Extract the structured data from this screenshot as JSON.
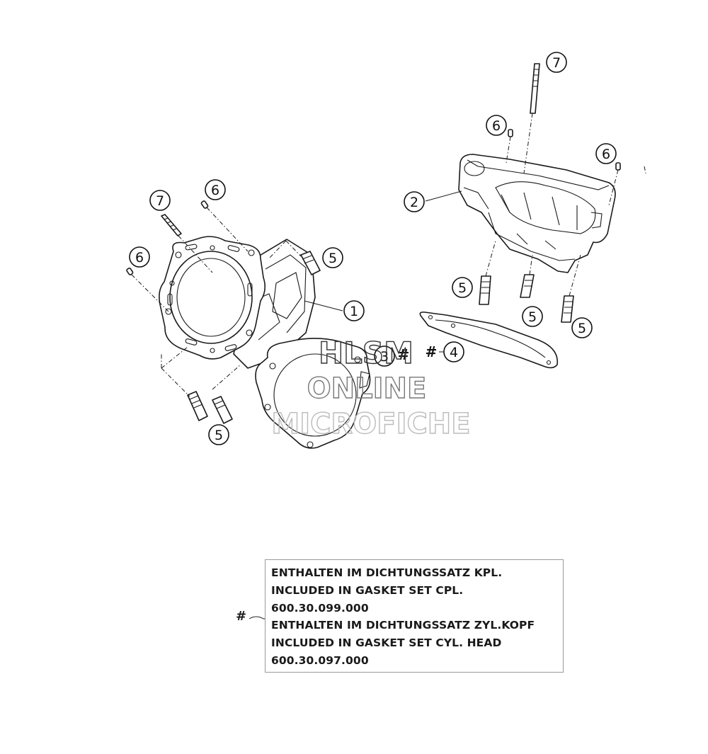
{
  "callouts": {
    "c7a": "7",
    "c6a": "6",
    "c6b": "6",
    "c5a": "5",
    "c1": "1",
    "c5b": "5",
    "c7b": "7",
    "c6c": "6",
    "c6d": "6",
    "c2": "2",
    "c5c": "5",
    "c5d": "5",
    "c5e": "5",
    "c4": "4",
    "c3": "3"
  },
  "markers": {
    "hash_3": "#",
    "hash_4": "#"
  },
  "watermark": {
    "line1": "HLSM",
    "line2": "ONLINE",
    "line3": "MICROFICHE",
    "color1": "#333333",
    "color2": "#777777",
    "color3": "#bbbbbb"
  },
  "legend": {
    "hash": "#",
    "lines": [
      "ENTHALTEN IM DICHTUNGSSATZ KPL.",
      "INCLUDED IN GASKET SET CPL.",
      "600.30.099.000",
      "ENTHALTEN IM DICHTUNGSSATZ ZYL.KOPF",
      "INCLUDED IN GASKET SET CYL. HEAD",
      "600.30.097.000"
    ]
  }
}
